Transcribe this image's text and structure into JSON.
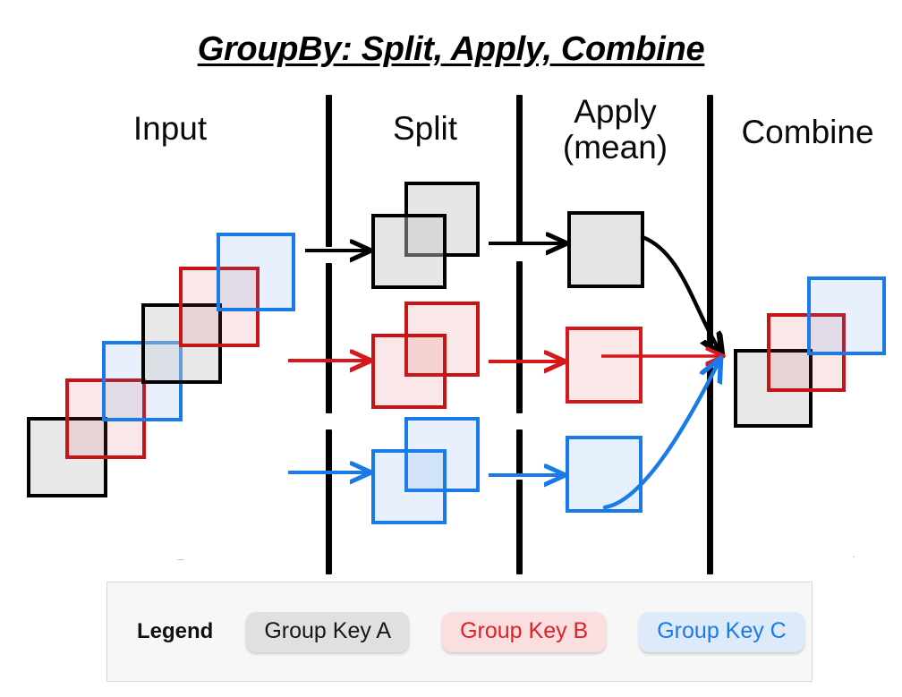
{
  "title": "GroupBy: Split, Apply, Combine",
  "stages": [
    {
      "id": "input",
      "label": "Input"
    },
    {
      "id": "split",
      "label": "Split"
    },
    {
      "id": "apply",
      "label": "Apply\n(mean)"
    },
    {
      "id": "combine",
      "label": "Combine"
    }
  ],
  "colors": {
    "key_a_stroke": "#000000",
    "key_a_fill": "#e4e4e4",
    "key_b_stroke": "#d4181b",
    "key_b_fill": "#fbe9ea",
    "key_c_stroke": "#1a7ae8",
    "key_c_fill": "#e6f0fc",
    "divider": "#000000",
    "panel_bg": "#f7f7f7"
  },
  "legend": {
    "label": "Legend",
    "chips": [
      {
        "key": "A",
        "label": "Group Key A",
        "swatch": "#e0e0e0",
        "text_color": "#171717"
      },
      {
        "key": "B",
        "label": "Group Key B",
        "swatch": "#fbdedf",
        "text_color": "#e02126"
      },
      {
        "key": "C",
        "label": "Group Key C",
        "swatch": "#ddeaf9",
        "text_color": "#1a7ae8"
      }
    ]
  },
  "diagram_data": {
    "type": "diagram",
    "description": "Pandas GroupBy split-apply-combine illustration: six overlapping input rectangles cascading diagonally are split into three group-key rows, each aggregated with mean into one rectangle, then combined back into a three-rectangle cascade.",
    "group_keys": [
      "A",
      "B",
      "C"
    ],
    "input_count": 6,
    "input_sequence": [
      "A",
      "B",
      "C",
      "A",
      "B",
      "C"
    ],
    "split_rows": [
      {
        "key": "A",
        "count": 2
      },
      {
        "key": "B",
        "count": 2
      },
      {
        "key": "C",
        "count": 2
      }
    ],
    "apply_rows": [
      {
        "key": "A",
        "count": 1,
        "operation": "mean"
      },
      {
        "key": "B",
        "count": 1,
        "operation": "mean"
      },
      {
        "key": "C",
        "count": 1,
        "operation": "mean"
      }
    ],
    "combine_count": 3,
    "combine_sequence": [
      "A",
      "B",
      "C"
    ],
    "arrows": {
      "split_arrows": 3,
      "apply_arrows": 3,
      "combine_arrows": 3
    }
  }
}
